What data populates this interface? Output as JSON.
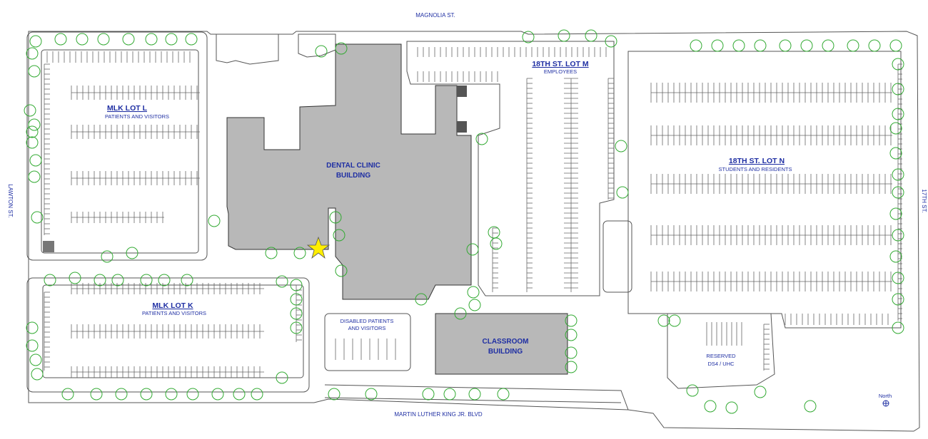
{
  "streets": {
    "north": "MAGNOLIA ST.",
    "south": "MARTIN LUTHER KING JR. BLVD",
    "west": "LAWTON ST.",
    "east": "17TH ST."
  },
  "lots": {
    "mlk_lot_l": {
      "title": "MLK LOT L",
      "subtitle": "PATIENTS AND VISITORS"
    },
    "mlk_lot_k": {
      "title": "MLK LOT K",
      "subtitle": "PATIENTS AND VISITORS"
    },
    "lot_m": {
      "title": "18TH ST. LOT M",
      "subtitle": "EMPLOYEES"
    },
    "lot_n": {
      "title": "18TH ST. LOT N",
      "subtitle": "STUDENTS AND RESIDENTS"
    }
  },
  "buildings": {
    "dental": {
      "line1": "DENTAL CLINIC",
      "line2": "BUILDING"
    },
    "classroom": {
      "line1": "CLASSROOM",
      "line2": "BUILDING"
    }
  },
  "areas": {
    "disabled": {
      "line1": "DISABLED PATIENTS",
      "line2": "AND VISITORS"
    },
    "reserved": {
      "line1": "RESERVED",
      "line2": "DS4 / UHC"
    }
  },
  "compass": {
    "label": "North"
  },
  "colors": {
    "label": "#1f2fa3",
    "building": "#b8b8b8",
    "tree": "#33aa33",
    "star": "#ffee00"
  },
  "marker": {
    "icon": "star-icon"
  }
}
